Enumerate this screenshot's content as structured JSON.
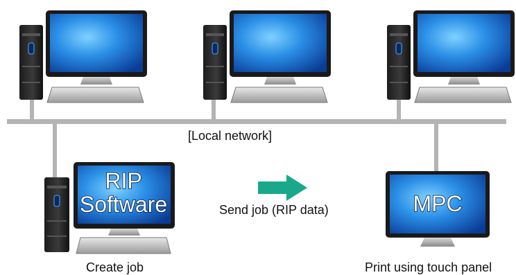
{
  "network": {
    "label": "[Local network]"
  },
  "rip_pc": {
    "screen_line1": "RIP",
    "screen_line2": "Software",
    "caption": "Create job"
  },
  "transfer": {
    "caption": "Send job (RIP data)",
    "arrow_color": "#1aa88a",
    "arrow_icon": "right-arrow-icon"
  },
  "mpc": {
    "screen_text": "MPC",
    "caption": "Print using touch panel"
  },
  "colors": {
    "network_line": "#b4b4b4",
    "screen_blue": "#1f7fd6",
    "bezel": "#1a1a1a"
  },
  "icons": [
    "desktop-computer-icon",
    "monitor-icon",
    "keyboard-icon",
    "tower-icon"
  ]
}
